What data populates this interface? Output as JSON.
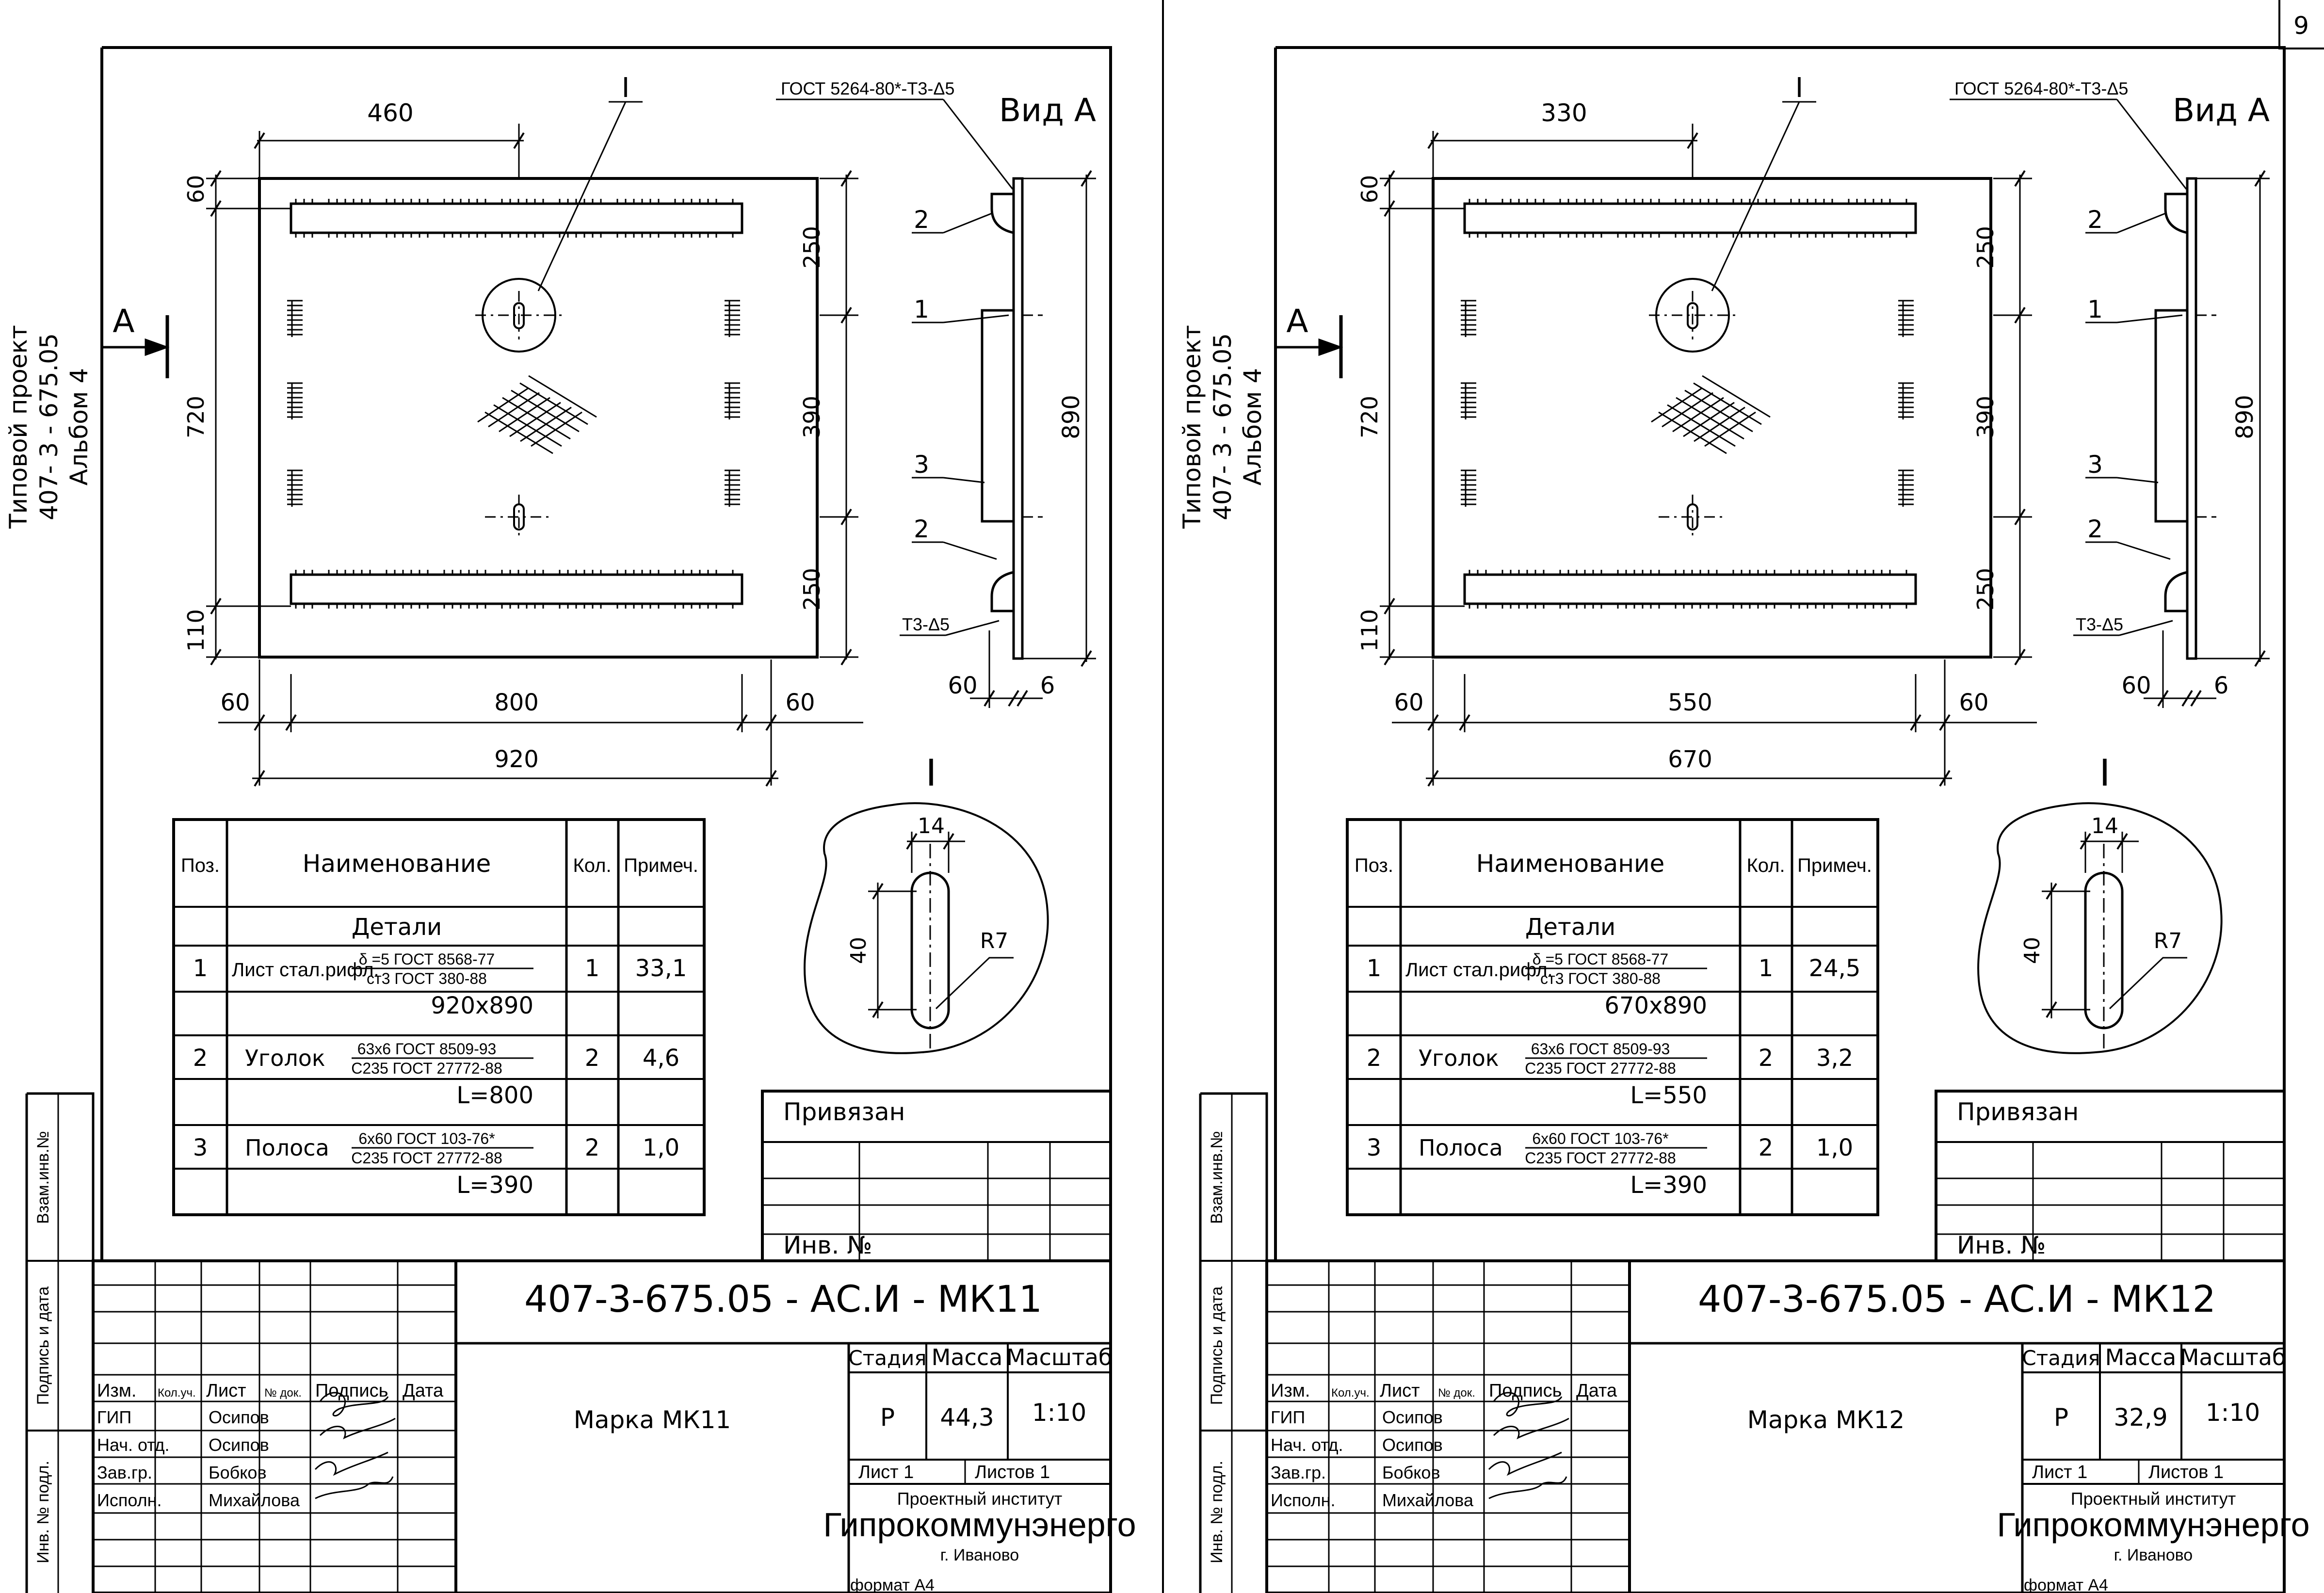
{
  "page_number": "9",
  "sheets": [
    {
      "side_text": [
        "Типовой проект",
        "407- 3 - 675.05",
        "Альбом 4"
      ],
      "sec_label": "A",
      "view_label": "I",
      "weld_top": "ГОСТ 5264-80*-Т3-Δ5",
      "weld_bottom": "Т3-Δ5",
      "view_title": "Вид А",
      "dims": {
        "top": "460",
        "left_top": "60",
        "left_mid": "720",
        "left_bot": "110",
        "right_top": "250",
        "right_mid": "390",
        "right_bot": "250",
        "bottom_left": "60",
        "bottom_mid": "800",
        "bottom_right": "60",
        "total": "920",
        "side_height": "890",
        "side_a": "60",
        "side_b": "6"
      },
      "callouts": [
        "2",
        "1",
        "3",
        "2"
      ],
      "detail": {
        "title": "I",
        "w": "14",
        "h": "40",
        "r": "R7"
      },
      "spec": {
        "headers": [
          "Поз.",
          "Наименование",
          "Кол.",
          "Примеч."
        ],
        "group": "Детали",
        "rows": [
          {
            "pos": "1",
            "name": "Лист стал.рифл.",
            "num": "δ =5 ГОСТ 8568-77",
            "den": "ст3 ГОСТ 380-88",
            "qty": "1",
            "note": "33,1",
            "dim": "920x890"
          },
          {
            "pos": "2",
            "name": "Уголок",
            "num": "63x6 ГОСТ 8509-93",
            "den": "С235 ГОСТ 27772-88",
            "qty": "2",
            "note": "4,6",
            "dim": "L=800"
          },
          {
            "pos": "3",
            "name": "Полоса",
            "num": "6x60 ГОСТ 103-76*",
            "den": "С235 ГОСТ 27772-88",
            "qty": "2",
            "note": "1,0",
            "dim": "L=390"
          }
        ]
      },
      "privyazan": "Привязан",
      "inv_no": "Инв. №",
      "stamp_left": [
        "Взам.инв.№",
        "Подпись и дата",
        "Инв. № подл."
      ],
      "title_block": {
        "code": "407-3-675.05  - АС.И - МК11",
        "name": "Марка МК11",
        "cols": [
          "Изм.",
          "Кол.уч.",
          "Лист",
          "№ док.",
          "Подпись",
          "Дата"
        ],
        "roles": [
          "ГИП",
          "Нач. отд.",
          "Зав.гр.",
          "Исполн."
        ],
        "names": [
          "Осипов",
          "Осипов",
          "Бобков",
          "Михайлова"
        ],
        "stage_label": "Стадия",
        "mass_label": "Масса",
        "scale_label": "Масштаб",
        "stage": "Р",
        "mass": "44,3",
        "scale": "1:10",
        "sheet": "Лист  1",
        "sheets": "Листов  1",
        "org": "Проектный институт",
        "org_name": "Гипрокоммунэнерго",
        "city": "г. Иваново"
      },
      "format": "формат А4"
    },
    {
      "side_text": [
        "Типовой проект",
        "407- 3 - 675.05",
        "Альбом 4"
      ],
      "sec_label": "A",
      "view_label": "I",
      "weld_top": "ГОСТ 5264-80*-Т3-Δ5",
      "weld_bottom": "Т3-Δ5",
      "view_title": "Вид А",
      "dims": {
        "top": "330",
        "left_top": "60",
        "left_mid": "720",
        "left_bot": "110",
        "right_top": "250",
        "right_mid": "390",
        "right_bot": "250",
        "bottom_left": "60",
        "bottom_mid": "550",
        "bottom_right": "60",
        "total": "670",
        "side_height": "890",
        "side_a": "60",
        "side_b": "6"
      },
      "callouts": [
        "2",
        "1",
        "3",
        "2"
      ],
      "detail": {
        "title": "I",
        "w": "14",
        "h": "40",
        "r": "R7"
      },
      "spec": {
        "headers": [
          "Поз.",
          "Наименование",
          "Кол.",
          "Примеч."
        ],
        "group": "Детали",
        "rows": [
          {
            "pos": "1",
            "name": "Лист стал.рифл.",
            "num": "δ =5 ГОСТ 8568-77",
            "den": "ст3 ГОСТ 380-88",
            "qty": "1",
            "note": "24,5",
            "dim": "670x890"
          },
          {
            "pos": "2",
            "name": "Уголок",
            "num": "63x6 ГОСТ 8509-93",
            "den": "С235 ГОСТ 27772-88",
            "qty": "2",
            "note": "3,2",
            "dim": "L=550"
          },
          {
            "pos": "3",
            "name": "Полоса",
            "num": "6x60 ГОСТ 103-76*",
            "den": "С235 ГОСТ 27772-88",
            "qty": "2",
            "note": "1,0",
            "dim": "L=390"
          }
        ]
      },
      "privyazan": "Привязан",
      "inv_no": "Инв. №",
      "stamp_left": [
        "Взам.инв.№",
        "Подпись и дата",
        "Инв. № подл."
      ],
      "title_block": {
        "code": "407-3-675.05 -  АС.И - МК12",
        "name": "Марка МК12",
        "cols": [
          "Изм.",
          "Кол.уч.",
          "Лист",
          "№ док.",
          "Подпись",
          "Дата"
        ],
        "roles": [
          "ГИП",
          "Нач. отд.",
          "Зав.гр.",
          "Исполн."
        ],
        "names": [
          "Осипов",
          "Осипов",
          "Бобков",
          "Михайлова"
        ],
        "stage_label": "Стадия",
        "mass_label": "Масса",
        "scale_label": "Масштаб",
        "stage": "Р",
        "mass": "32,9",
        "scale": "1:10",
        "sheet": "Лист  1",
        "sheets": "Листов  1",
        "org": "Проектный институт",
        "org_name": "Гипрокоммунэнерго",
        "city": "г. Иваново"
      },
      "format": "формат А4"
    }
  ]
}
